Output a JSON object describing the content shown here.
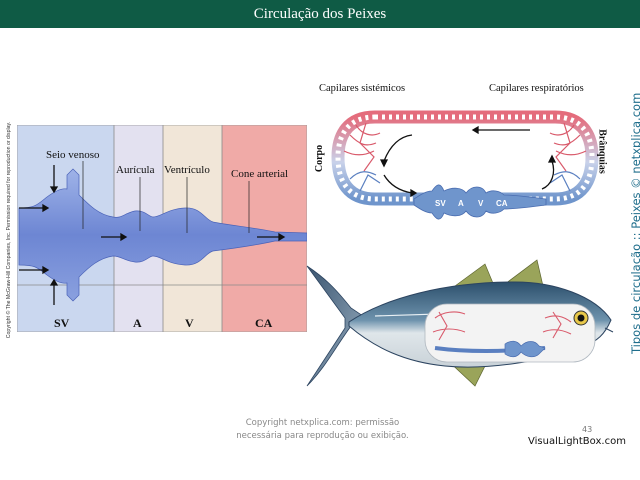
{
  "header": {
    "title": "Circulação dos Peixes"
  },
  "copyright_vertical": "Copyright © The McGraw-Hill Companies, Inc. Permission required for reproduction or display.",
  "heart_diagram": {
    "labels": {
      "seio_venoso": "Seio venoso",
      "auricula": "Aurícula",
      "ventriculo": "Ventrículo",
      "cone_arterial": "Cone arterial"
    },
    "sections": [
      {
        "abbr": "SV",
        "color": "#cad7ef"
      },
      {
        "abbr": "A",
        "color": "#e3e1f0"
      },
      {
        "abbr": "V",
        "color": "#f1e6d8"
      },
      {
        "abbr": "CA",
        "color": "#f0aaa7"
      }
    ]
  },
  "circulation_diagram": {
    "capilares_sistemicos": "Capilares sistémicos",
    "capilares_respiratorios": "Capilares respiratórios",
    "corpo": "Corpo",
    "branquias": "Brânquias",
    "heart_parts": [
      "SV",
      "A",
      "V",
      "CA"
    ]
  },
  "side_tag": "Tipos de circulação :: Peixes © netxplica.com",
  "footer": {
    "line1": "Copyright netxplica.com: permissão",
    "line2": "necessária para reprodução ou exibição."
  },
  "page_number": "43",
  "watermark": "VisualLightBox.com"
}
